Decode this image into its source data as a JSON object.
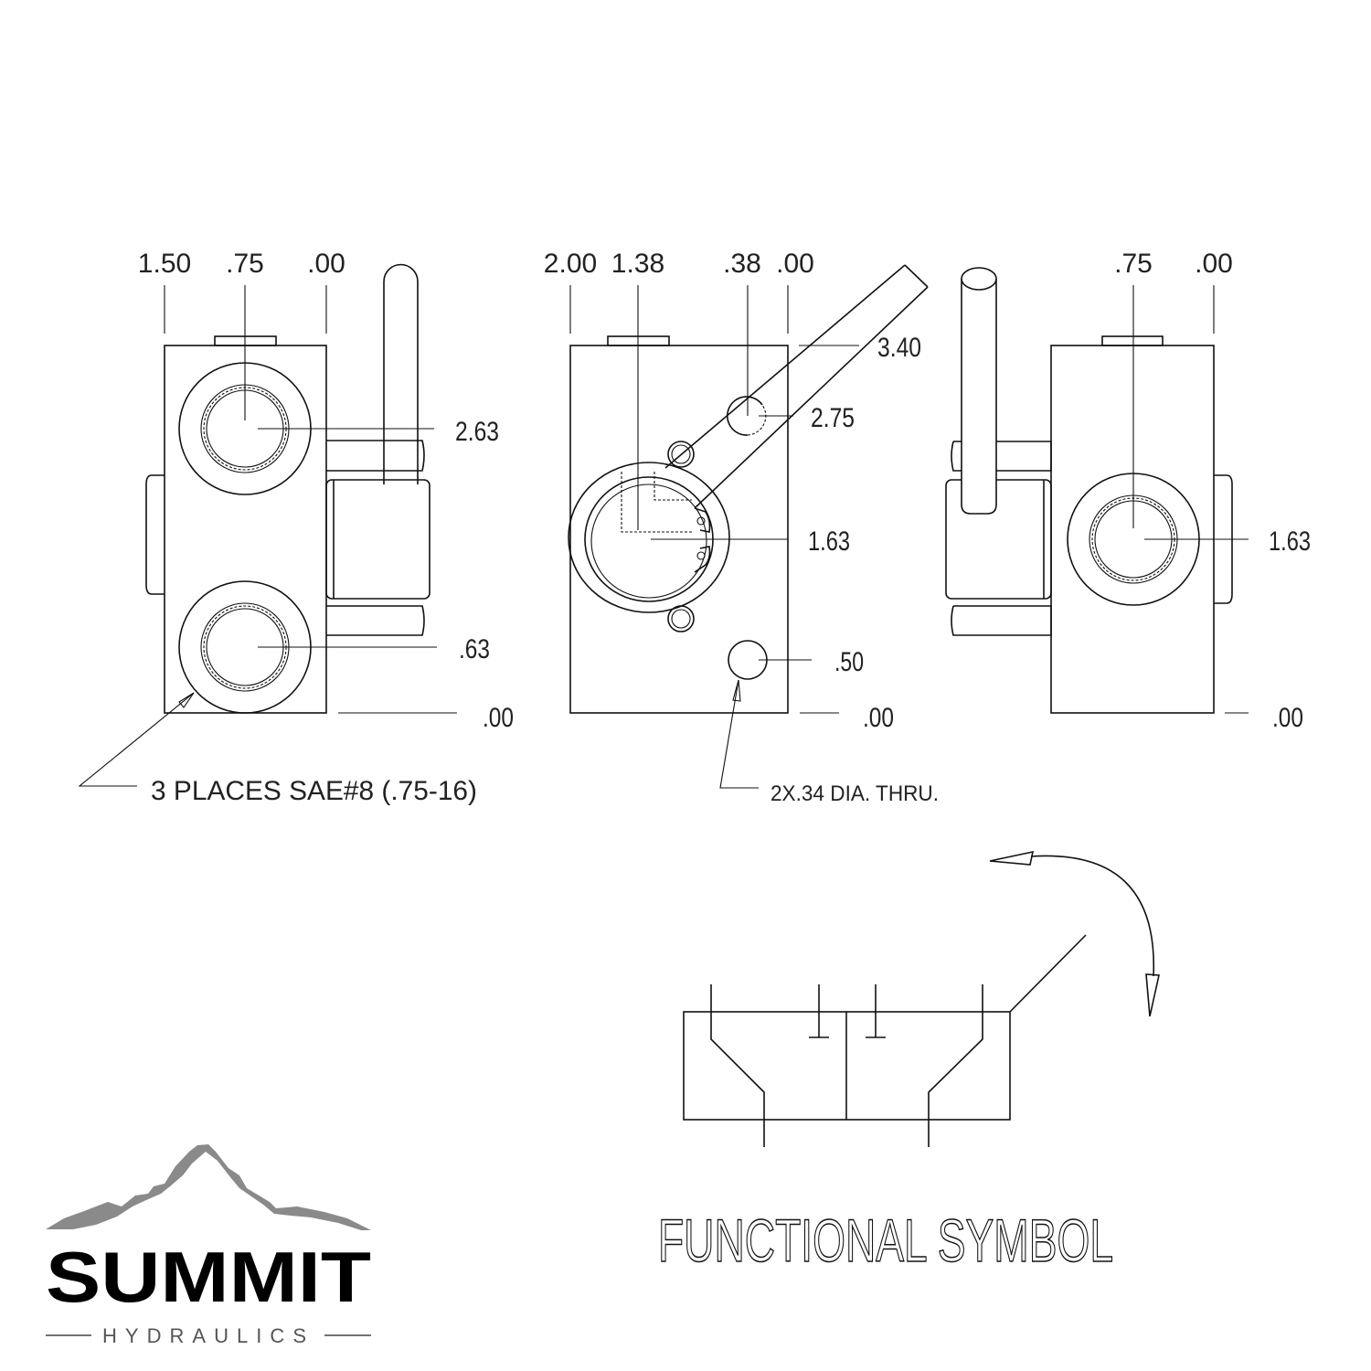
{
  "left_view": {
    "top_dims": [
      "1.50",
      ".75",
      ".00"
    ],
    "side_dims": [
      "2.63",
      ".63",
      ".00"
    ],
    "note": "3 PLACES SAE#8 (.75-16)"
  },
  "middle_view": {
    "top_dims": [
      "2.00",
      "1.38",
      ".38",
      ".00"
    ],
    "side_dims": [
      "3.40",
      "2.75",
      "1.63",
      ".50",
      ".00"
    ],
    "note": "2X.34 DIA. THRU."
  },
  "right_view": {
    "top_dims": [
      ".75",
      ".00"
    ],
    "side_dims": [
      "1.63",
      ".00"
    ]
  },
  "functional_symbol": {
    "label": "FUNCTIONAL SYMBOL"
  },
  "logo": {
    "name": "SUMMIT",
    "subtitle": "HYDRAULICS"
  }
}
